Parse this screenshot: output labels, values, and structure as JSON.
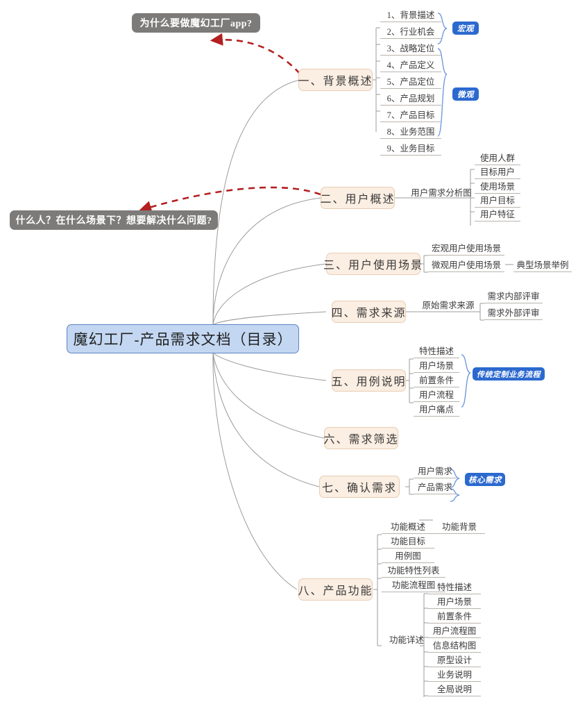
{
  "title": "魔幻工厂-产品需求文档（目录）",
  "center": {
    "label": "魔幻工厂-产品需求文档（目录）",
    "fill": "#c3d7f2",
    "stroke": "#5b83c4"
  },
  "colors": {
    "branch_fill": "#fbeee2",
    "branch_stroke": "#e6cdb4",
    "callout_fill": "#7c7b79",
    "tag_fill": "#2c69cf",
    "line": "#9b9b9b",
    "brace": "#6f9bdd",
    "arrow": "#b32020"
  },
  "callouts": [
    {
      "id": "callout-why",
      "text": "为什么要做魔幻工厂app?"
    },
    {
      "id": "callout-who",
      "text": "什么人？在什么场景下？想要解决什么问题?"
    }
  ],
  "branches": [
    {
      "id": "branch-1",
      "label": "一、背景概述",
      "children": [
        {
          "label": "1、背景描述"
        },
        {
          "label": "2、行业机会"
        },
        {
          "label": "3、战略定位"
        },
        {
          "label": "4、产品定义"
        },
        {
          "label": "5、产品定位"
        },
        {
          "label": "6、产品规划"
        },
        {
          "label": "7、产品目标"
        },
        {
          "label": "8、业务范围"
        },
        {
          "label": "9、业务目标"
        }
      ],
      "tags": [
        {
          "label": "宏观",
          "covers": "1-3"
        },
        {
          "label": "微观",
          "covers": "4-9"
        }
      ]
    },
    {
      "id": "branch-2",
      "label": "二、用户概述",
      "mid": "用户需求分析图",
      "children": [
        {
          "label": "使用人群"
        },
        {
          "label": "目标用户"
        },
        {
          "label": "使用场景"
        },
        {
          "label": "用户目标"
        },
        {
          "label": "用户特征"
        }
      ],
      "tags": []
    },
    {
      "id": "branch-3",
      "label": "三、用户使用场景",
      "children": [
        {
          "label": "宏观用户使用场景"
        },
        {
          "label": "微观用户使用场景",
          "child": "典型场景举例"
        }
      ],
      "tags": []
    },
    {
      "id": "branch-4",
      "label": "四、需求来源",
      "mid": "原始需求来源",
      "children": [
        {
          "label": "需求内部评审"
        },
        {
          "label": "需求外部评审"
        }
      ],
      "tags": []
    },
    {
      "id": "branch-5",
      "label": "五、用例说明",
      "children": [
        {
          "label": "特性描述"
        },
        {
          "label": "用户场景"
        },
        {
          "label": "前置条件"
        },
        {
          "label": "用户流程"
        },
        {
          "label": "用户痛点"
        }
      ],
      "tags": [
        {
          "label": "传统定制业务流程",
          "covers": "1-5"
        }
      ]
    },
    {
      "id": "branch-6",
      "label": "六、需求筛选",
      "children": [],
      "tags": []
    },
    {
      "id": "branch-7",
      "label": "七、确认需求",
      "children": [
        {
          "label": "用户需求"
        },
        {
          "label": "产品需求"
        }
      ],
      "tags": [
        {
          "label": "核心需求",
          "covers": "1-2"
        }
      ]
    },
    {
      "id": "branch-8",
      "label": "八、产品功能",
      "children": [
        {
          "label": "功能概述",
          "child": "功能背景"
        },
        {
          "label": "功能目标"
        },
        {
          "label": "用例图"
        },
        {
          "label": "功能特性列表"
        },
        {
          "label": "功能流程图"
        },
        {
          "label": "功能详述",
          "children": [
            {
              "label": "特性描述"
            },
            {
              "label": "用户场景"
            },
            {
              "label": "前置条件"
            },
            {
              "label": "用户流程图"
            },
            {
              "label": "信息结构图"
            },
            {
              "label": "原型设计"
            },
            {
              "label": "业务说明"
            },
            {
              "label": "全局说明"
            }
          ]
        }
      ],
      "tags": []
    }
  ]
}
